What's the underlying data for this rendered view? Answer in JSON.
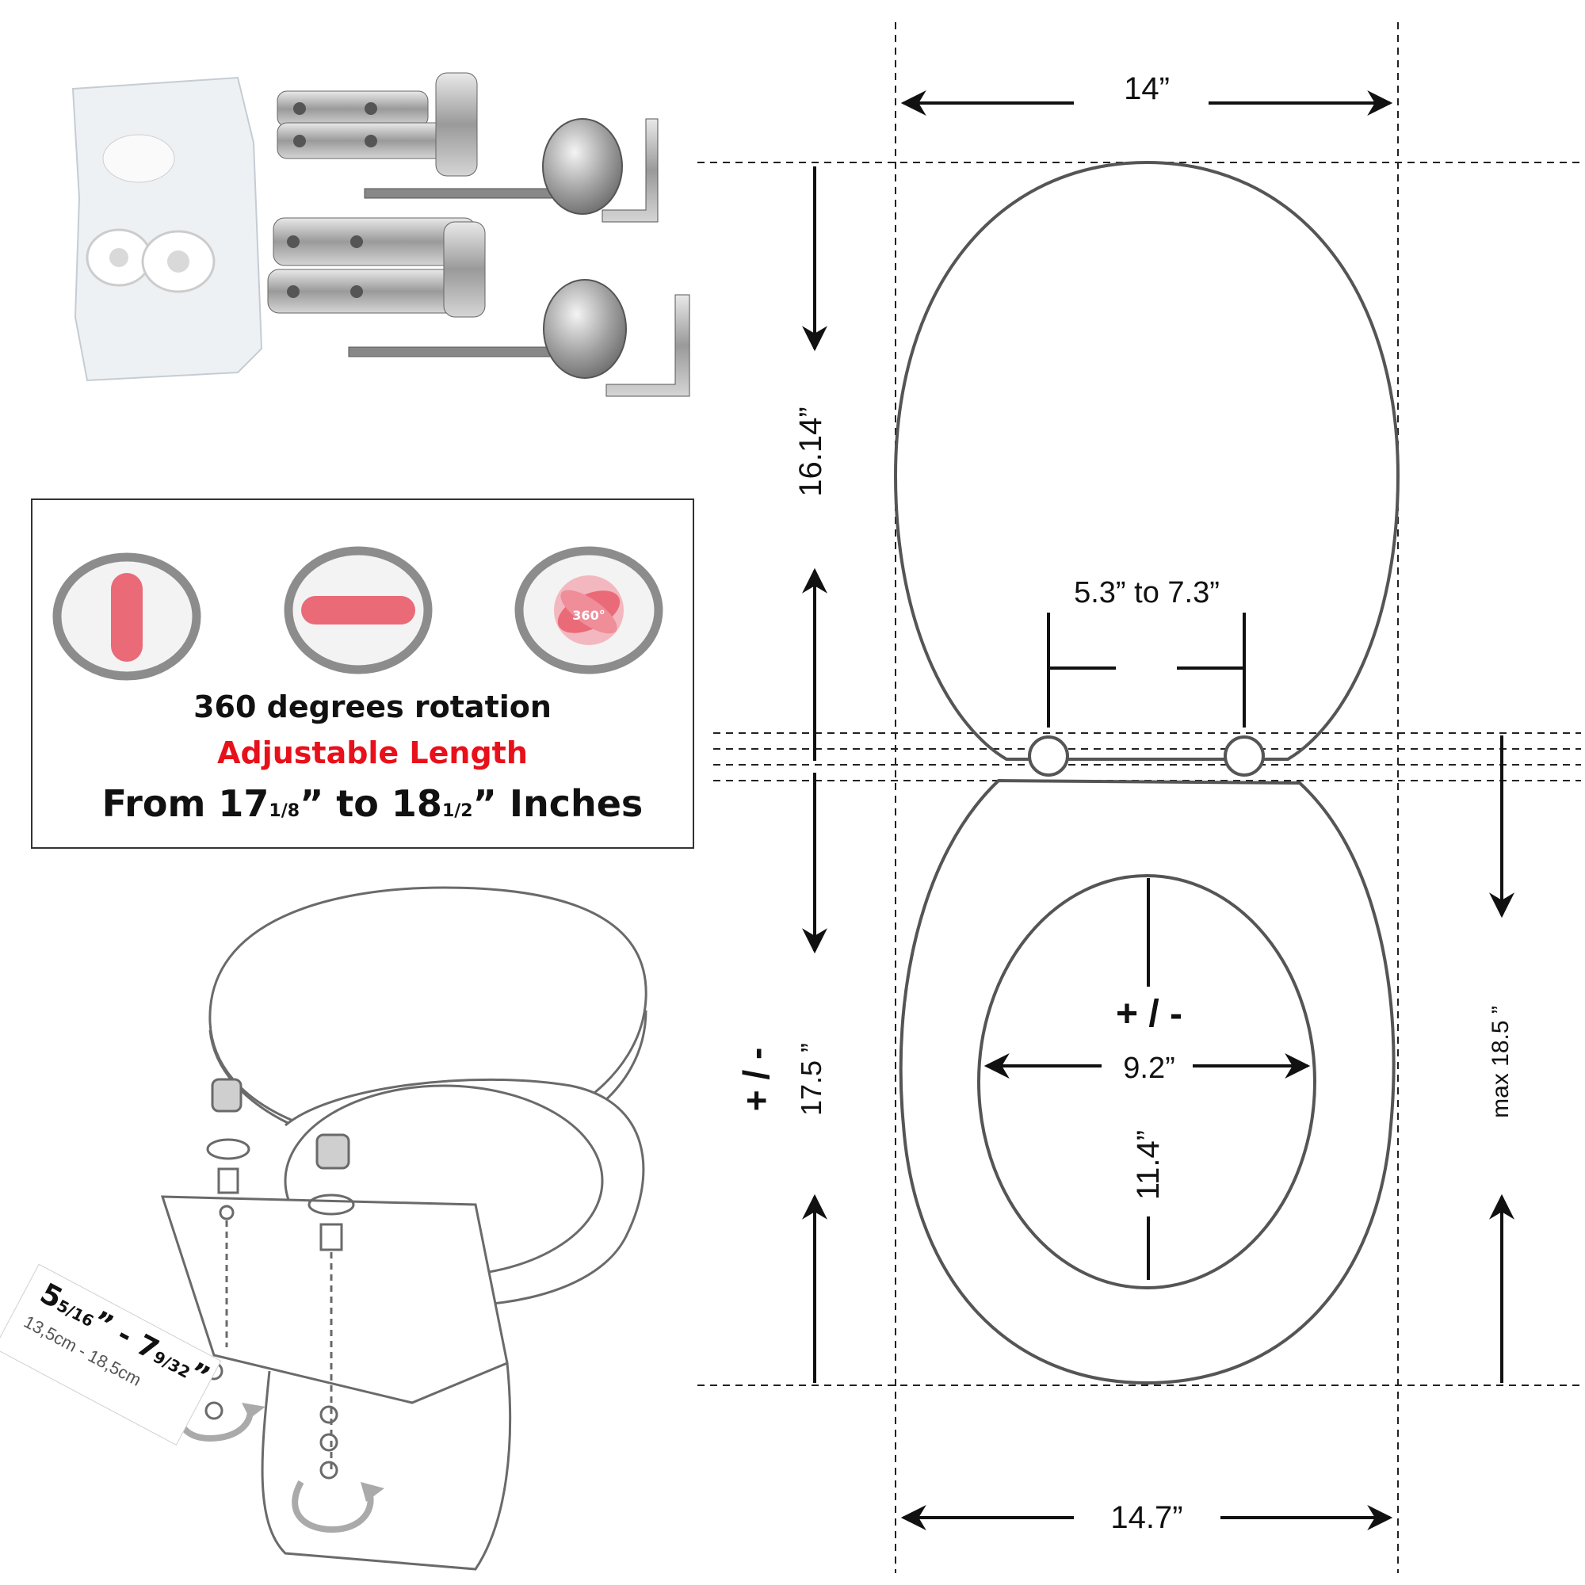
{
  "dimensions": {
    "lid_width": "14”",
    "seat_width": "14.7”",
    "lid_length": "16.14”",
    "seat_length": "17.5 ”",
    "seat_length_tolerance": "+ / -",
    "max_length": "max 18.5 ”",
    "hinge_spacing": "5.3” to 7.3”",
    "opening_width": "9.2”",
    "opening_tolerance": "+ / -",
    "opening_length": "11.4”"
  },
  "feature_box": {
    "line1": "360 degrees rotation",
    "line2": "Adjustable Length",
    "line3_prefix": "From 17",
    "line3_frac1": "1/8",
    "line3_mid": "” to 18",
    "line3_frac2": "1/2",
    "line3_suffix": "” Inches",
    "rotation_badge": "360°"
  },
  "install": {
    "spacing_a_whole": "5",
    "spacing_a_frac": "5/16",
    "spacing_dash": "” - ",
    "spacing_b_whole": "7",
    "spacing_b_frac": "9/32",
    "spacing_close": "”",
    "spacing_metric": "13,5cm - 18,5cm"
  },
  "colors": {
    "adjust_red": "#e8101a",
    "slot_pink": "#ea6a78",
    "ring_gray": "#8c8c8c",
    "line": "#1a1a1a",
    "outline": "#555555"
  }
}
